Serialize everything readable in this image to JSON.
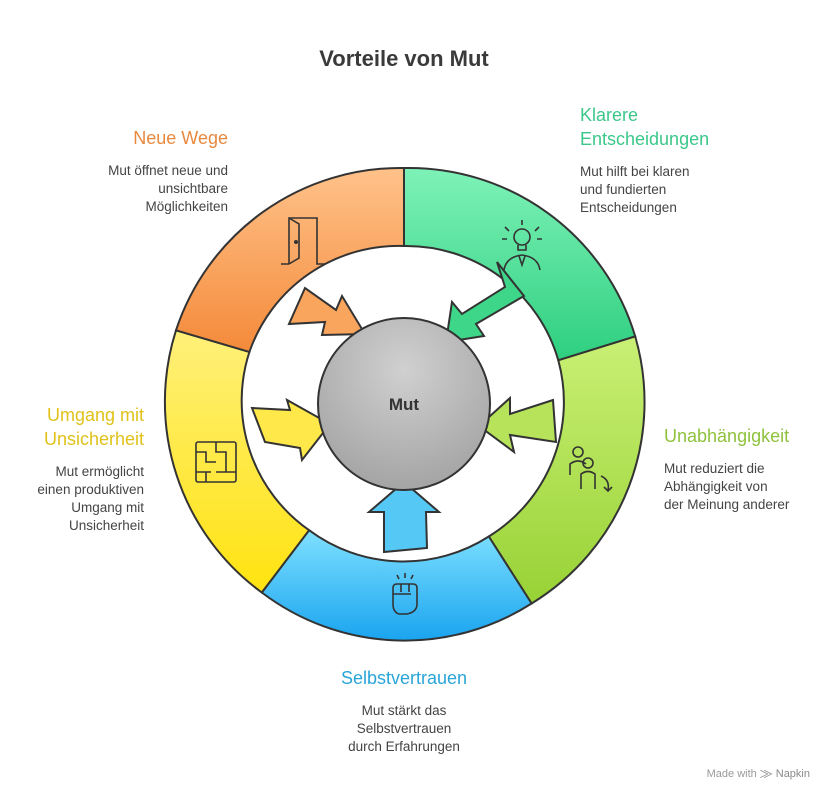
{
  "title": "Vorteile von Mut",
  "center": {
    "label": "Mut"
  },
  "segments": [
    {
      "id": "klarere",
      "heading": [
        "Klarere",
        "Entscheidungen"
      ],
      "description": [
        "Mut hilft bei klaren",
        "und fundierten",
        "Entscheidungen"
      ],
      "color": "#3cc78a",
      "icon": "lightbulb-person-icon"
    },
    {
      "id": "unabhaengigkeit",
      "heading": [
        "Unabhängigkeit"
      ],
      "description": [
        "Mut reduziert die",
        "Abhängigkeit von",
        "der Meinung anderer"
      ],
      "color": "#8fc23d",
      "icon": "people-arrow-icon"
    },
    {
      "id": "selbstvertrauen",
      "heading": [
        "Selbstvertrauen"
      ],
      "description": [
        "Mut stärkt das",
        "Selbstvertrauen",
        "durch Erfahrungen"
      ],
      "color": "#2aa5d8",
      "icon": "raised-fist-icon"
    },
    {
      "id": "unsicherheit",
      "heading": [
        "Umgang mit",
        "Unsicherheit"
      ],
      "description": [
        "Mut ermöglicht",
        "einen produktiven",
        "Umgang mit",
        "Unsicherheit"
      ],
      "color": "#e0c21a",
      "icon": "maze-icon"
    },
    {
      "id": "neue-wege",
      "heading": [
        "Neue Wege"
      ],
      "description": [
        "Mut öffnet neue und",
        "unsichtbare",
        "Möglichkeiten"
      ],
      "color": "#e8893e",
      "icon": "door-icon"
    }
  ],
  "footer": {
    "made_with": "Made with",
    "brand": "Napkin"
  }
}
